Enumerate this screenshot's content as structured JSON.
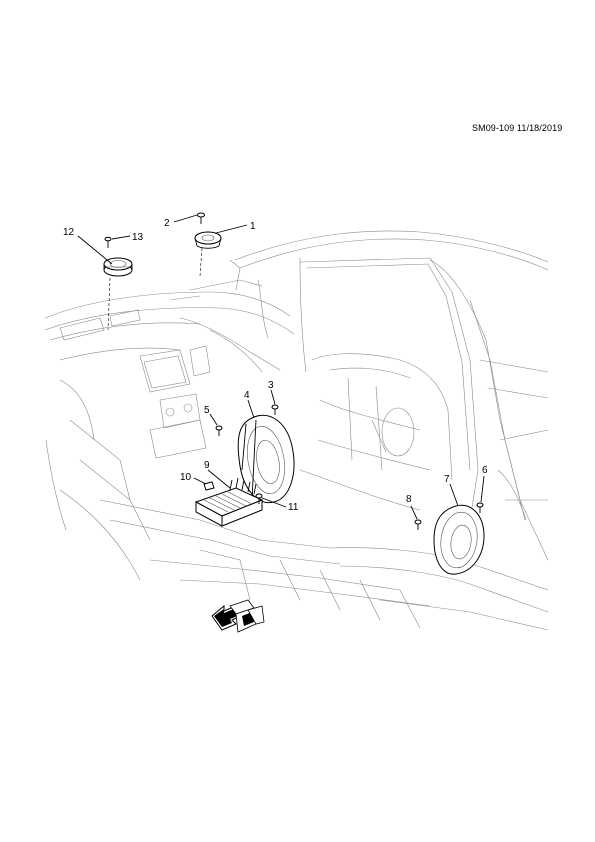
{
  "reference": {
    "code": "SM09-109 11/18/2019"
  },
  "callouts": [
    {
      "id": "1",
      "label": "1"
    },
    {
      "id": "2",
      "label": "2"
    },
    {
      "id": "3",
      "label": "3"
    },
    {
      "id": "4",
      "label": "4"
    },
    {
      "id": "5",
      "label": "5"
    },
    {
      "id": "6",
      "label": "6"
    },
    {
      "id": "7",
      "label": "7"
    },
    {
      "id": "8",
      "label": "8"
    },
    {
      "id": "9",
      "label": "9"
    },
    {
      "id": "10",
      "label": "10"
    },
    {
      "id": "11",
      "label": "11"
    },
    {
      "id": "12",
      "label": "12"
    },
    {
      "id": "13",
      "label": "13"
    }
  ],
  "orientation": {
    "icon": "front-direction-arrow-icon"
  }
}
